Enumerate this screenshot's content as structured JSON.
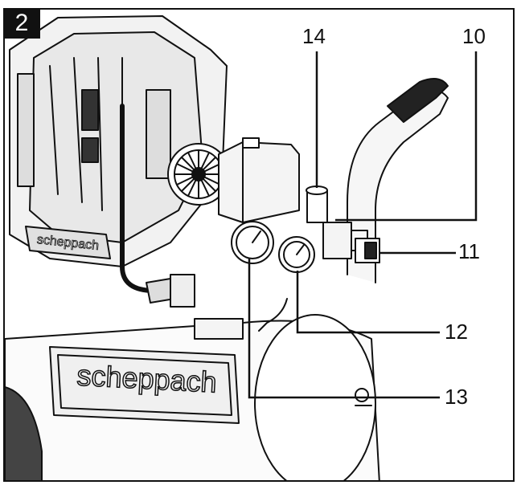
{
  "figure": {
    "number": "2"
  },
  "brand": {
    "logo_text": "scheppach"
  },
  "callouts": {
    "c14": "14",
    "c10": "10",
    "c11": "11",
    "c12": "12",
    "c13": "13"
  },
  "colors": {
    "line": "#111111",
    "background": "#ffffff",
    "badge": "#111111"
  }
}
